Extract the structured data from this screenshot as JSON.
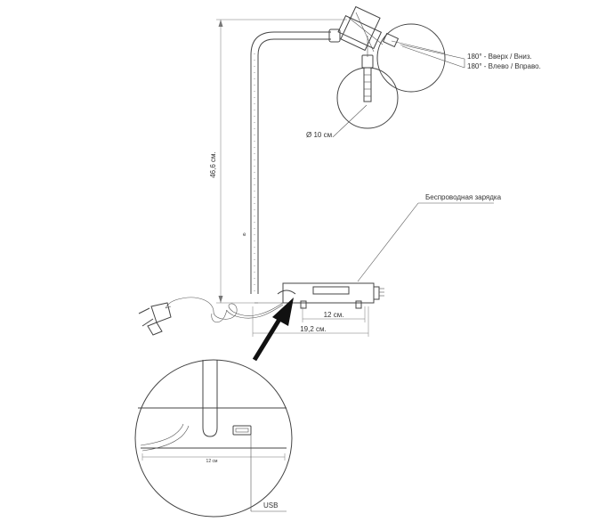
{
  "annotations": {
    "rotation_vertical": "180° - Вверх / Вниз.",
    "rotation_horizontal": "180° - Влево / Вправо.",
    "head_diameter": "Ø 10 см.",
    "wireless_charging": "Беспроводная зарядка",
    "usb": "USB"
  },
  "dimensions": {
    "height": "46,6 см.",
    "base_length": "12 см.",
    "total_length": "19,2 см.",
    "detail_length": "12 см"
  },
  "colors": {
    "line": "#444444",
    "arrow": "#111111",
    "text": "#333333"
  }
}
